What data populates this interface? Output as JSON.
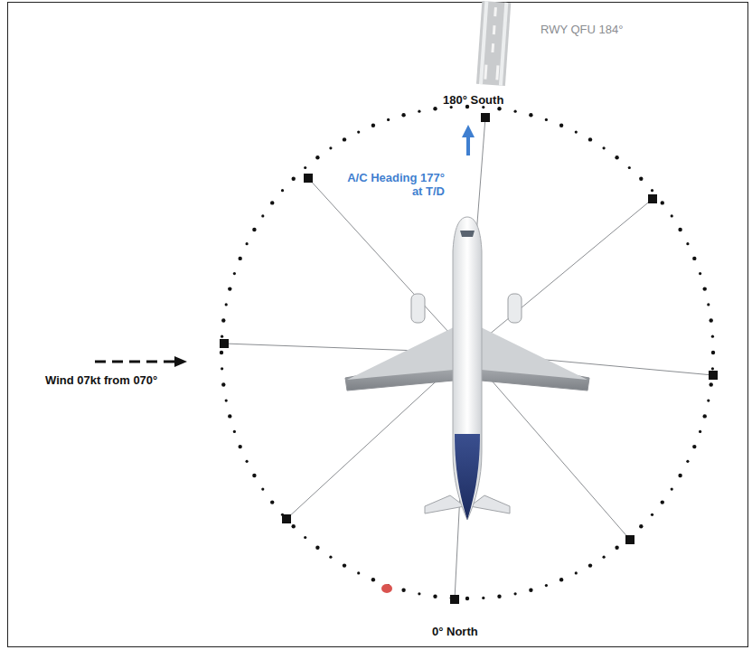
{
  "diagram": {
    "labels": [
      "RWY QFU 184°",
      "180° South",
      "A/C Heading 177° at T/D",
      "Wind 07kt from 070°",
      "0° North"
    ]
  }
}
